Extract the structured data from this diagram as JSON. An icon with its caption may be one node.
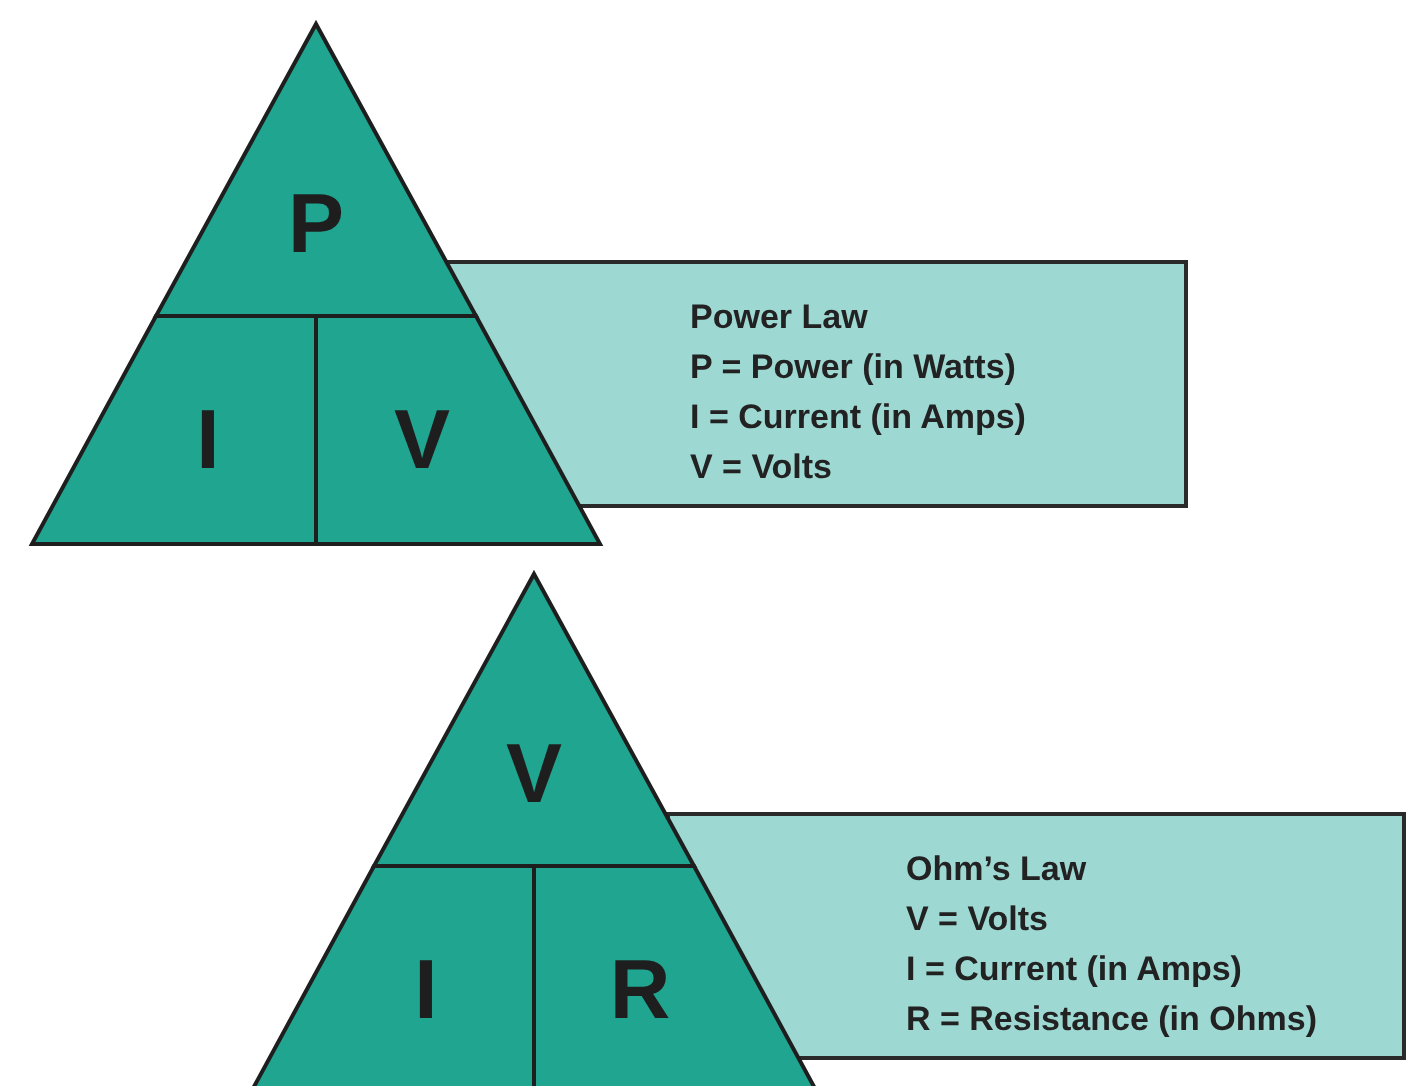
{
  "diagram": {
    "nodes": [
      {
        "text": [
          "P"
        ]
      },
      {
        "text": [
          "I"
        ]
      },
      {
        "text": [
          "V"
        ]
      },
      {
        "text": [
          "Power Law",
          "P = Power (in Watts)",
          "I = Current (in Amps)",
          "V = Volts"
        ]
      },
      {
        "text": [
          "V"
        ]
      },
      {
        "text": [
          "I"
        ]
      },
      {
        "text": [
          "R"
        ]
      },
      {
        "text": [
          "Ohm’s Law",
          "V = Volts",
          "I = Current (in Amps)",
          "R = Resistance (in Ohms)"
        ]
      }
    ],
    "edges": []
  }
}
